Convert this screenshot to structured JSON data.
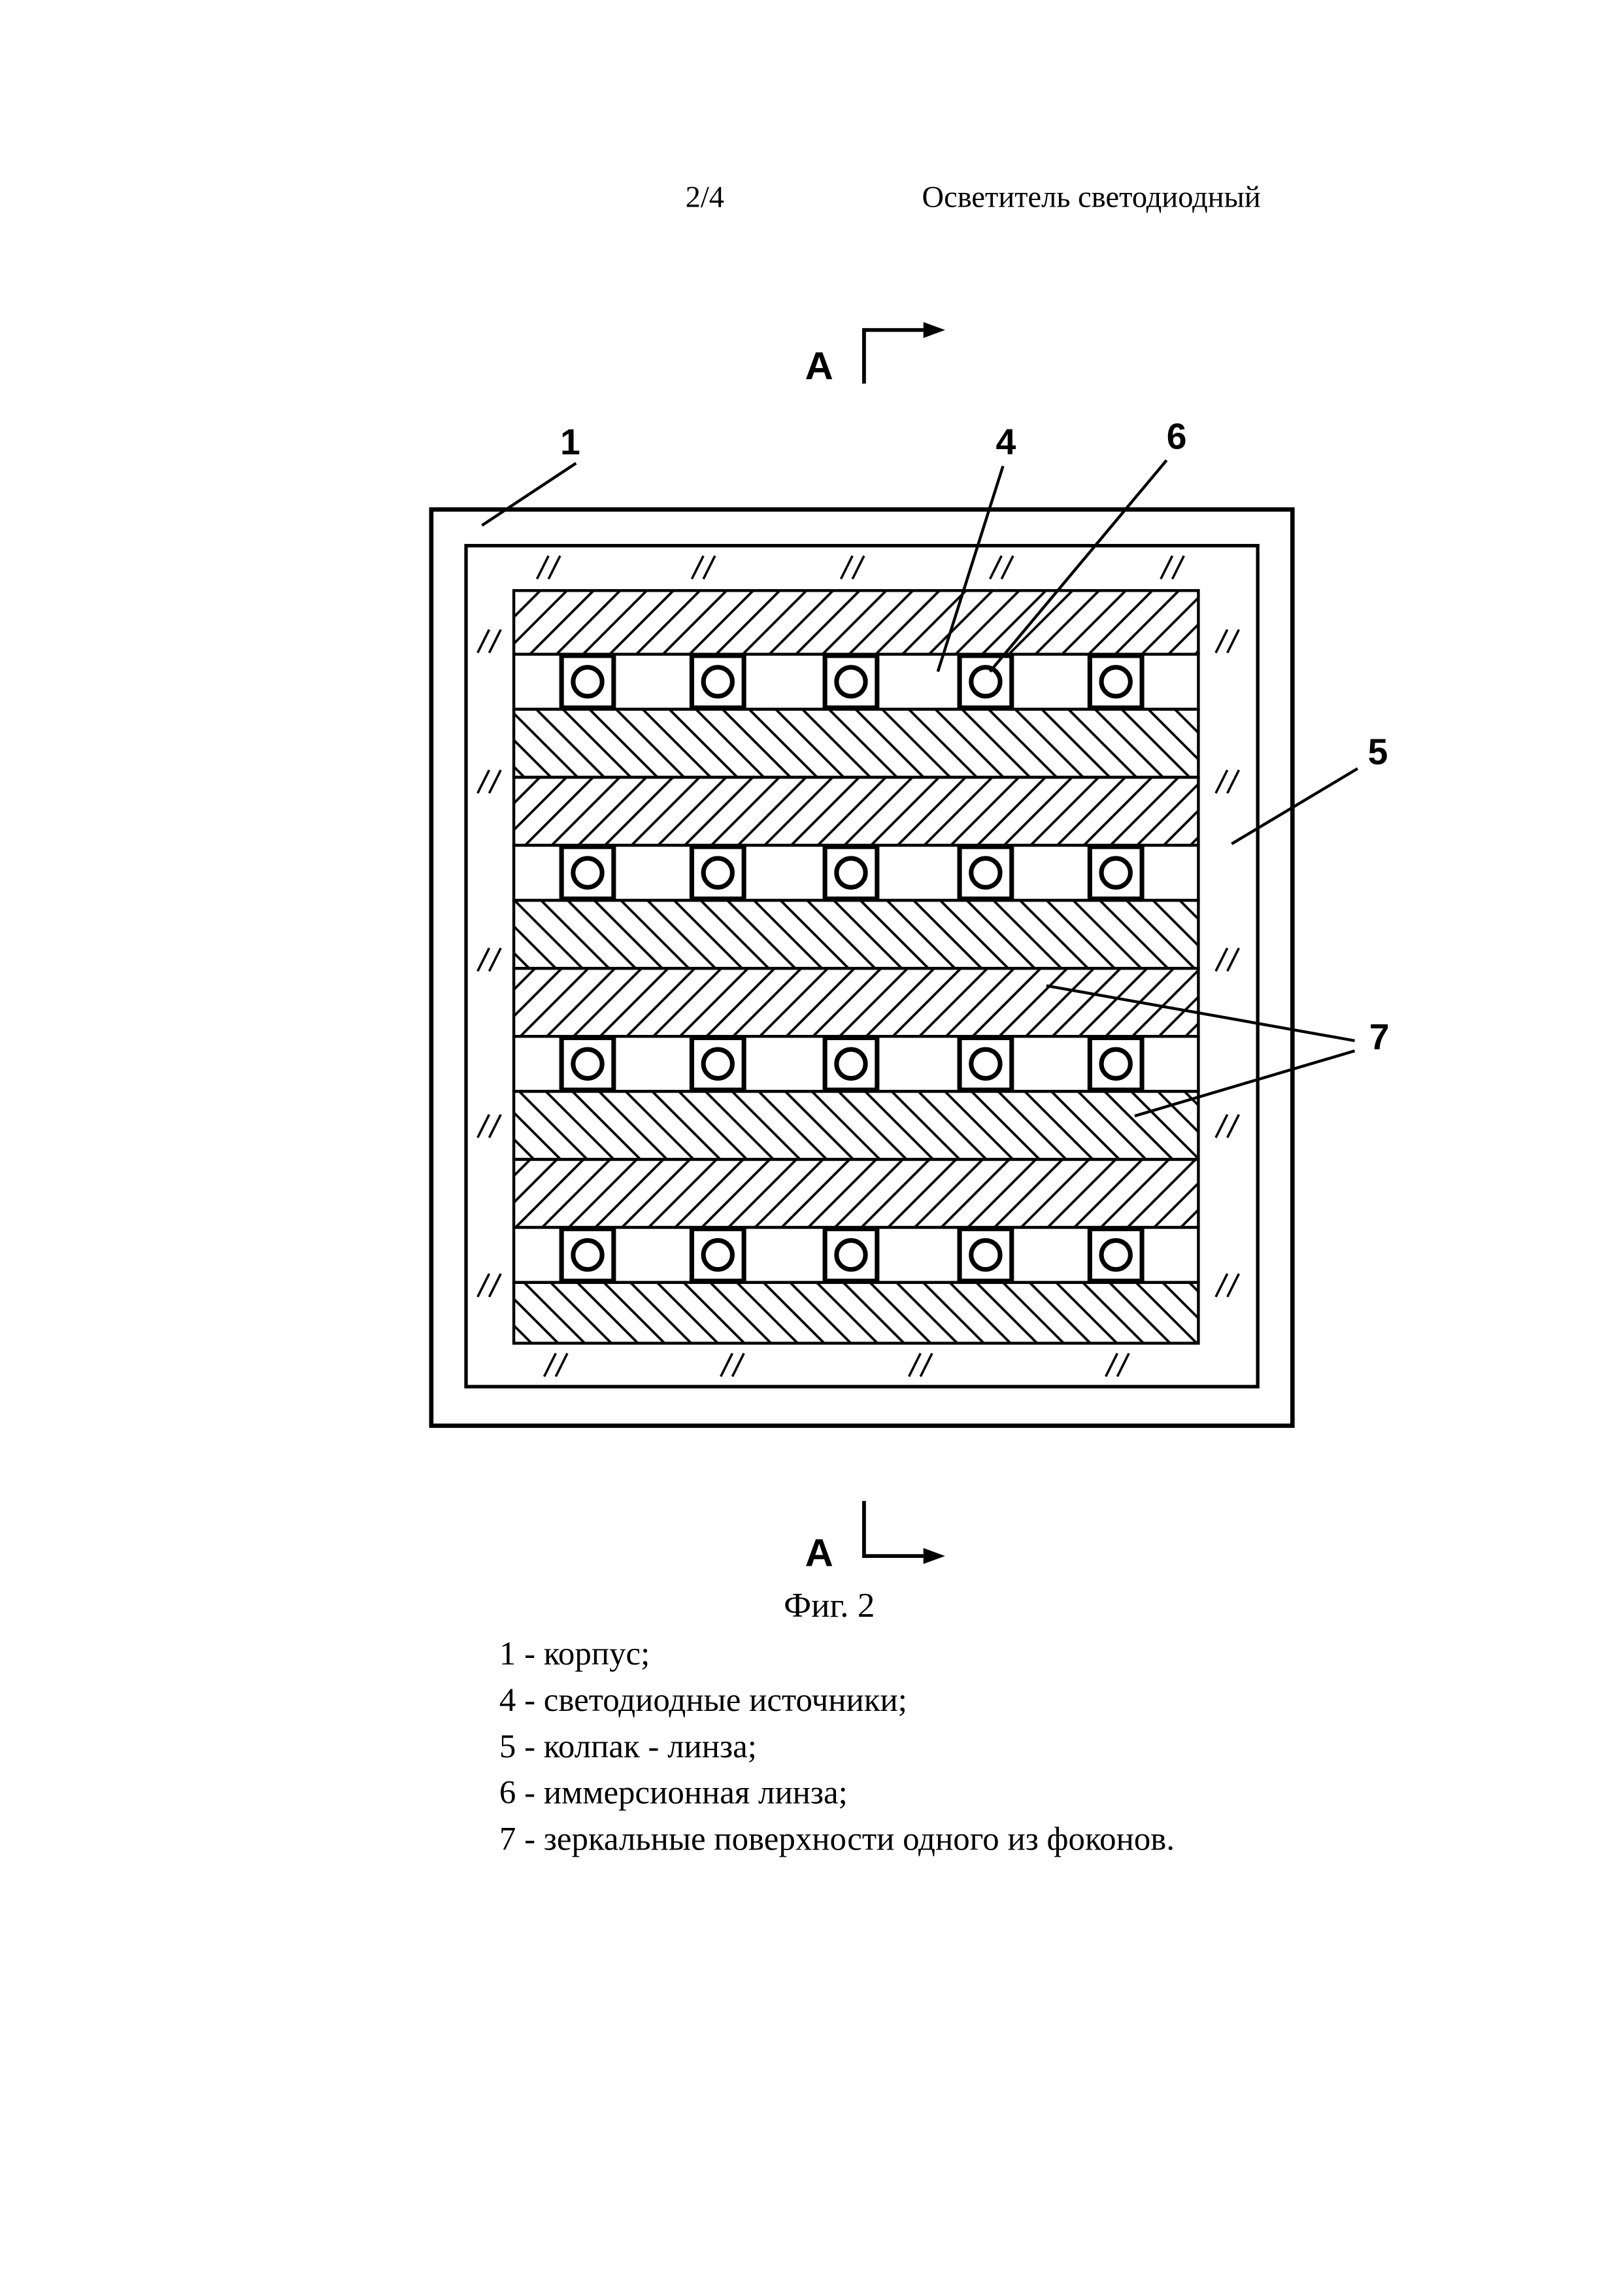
{
  "page": {
    "page_number": "2/4",
    "title": "Осветитель светодиодный"
  },
  "section_marker": {
    "letter": "А"
  },
  "figure": {
    "caption": "Фиг. 2",
    "labels": {
      "l1": "1",
      "l4": "4",
      "l5": "5",
      "l6": "6",
      "l7": "7"
    },
    "parts": {
      "housing": "корпус",
      "led_sources": "светодиодные источники",
      "cap_lens": "колпак - линза",
      "immersion_lens": "иммерсионная линза",
      "mirror_surfaces": "зеркальные поверхности одного из фоконов"
    }
  },
  "legend": {
    "items": [
      "1 - корпус;",
      "4 - светодиодные источники;",
      "5 - колпак - линза;",
      "6 - иммерсионная линза;",
      "7 - зеркальные поверхности одного из фоконов."
    ]
  },
  "colors": {
    "ink": "#000000",
    "background": "#ffffff"
  }
}
